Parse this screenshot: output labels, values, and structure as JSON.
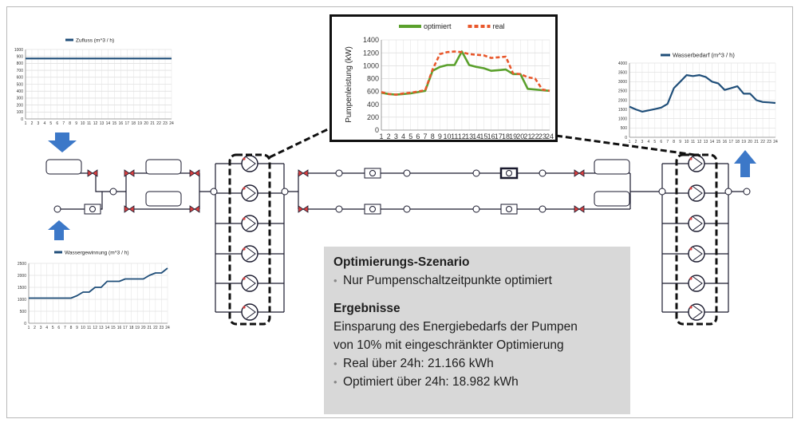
{
  "info_box": {
    "scenario_title": "Optimierungs-Szenario",
    "scenario_bullet": "Nur Pumpenschaltzeitpunkte optimiert",
    "results_title": "Ergebnisse",
    "results_line1": "Einsparung des Energiebedarfs der Pumpen",
    "results_line2": "von 10% mit eingeschränkter Optimierung",
    "bullet_real": "Real über 24h: 21.166 kWh",
    "bullet_opt": "Optimiert über 24h: 18.982 kWh"
  },
  "colors": {
    "series_blue": "#1f4e79",
    "optimiert": "#5aa02c",
    "real": "#e8572b",
    "arrow_blue": "#3c78c8",
    "info_bg": "#d8d8d8"
  },
  "icons": [
    "arrow-down-icon",
    "arrow-up-icon",
    "pump-icon",
    "valve-icon",
    "tank-icon",
    "junction-icon"
  ],
  "chart_data": [
    {
      "id": "zufluss",
      "type": "line",
      "legend": "Zufluss (m^3 / h)",
      "legend_position": "top",
      "x": [
        1,
        2,
        3,
        4,
        5,
        6,
        7,
        8,
        9,
        10,
        11,
        12,
        13,
        14,
        15,
        16,
        17,
        18,
        19,
        20,
        21,
        22,
        23,
        24
      ],
      "series": [
        {
          "name": "Zufluss (m^3 / h)",
          "values": [
            870,
            870,
            870,
            870,
            870,
            870,
            870,
            870,
            870,
            870,
            870,
            870,
            870,
            870,
            870,
            870,
            870,
            870,
            870,
            870,
            870,
            870,
            870,
            870
          ]
        }
      ],
      "ylim": [
        0,
        1000
      ],
      "yticks": [
        0,
        100,
        200,
        300,
        400,
        500,
        600,
        700,
        800,
        900,
        1000
      ],
      "grid": true
    },
    {
      "id": "pumpenleistung",
      "type": "line",
      "ylabel": "Pumpenleistung (kW)",
      "legend_position": "top",
      "x": [
        1,
        2,
        3,
        4,
        5,
        6,
        7,
        8,
        9,
        10,
        11,
        12,
        13,
        14,
        15,
        16,
        17,
        18,
        19,
        20,
        21,
        22,
        23,
        24
      ],
      "series": [
        {
          "name": "optimiert",
          "values": [
            580,
            560,
            550,
            560,
            570,
            590,
            610,
            920,
            980,
            1010,
            1010,
            1220,
            1010,
            980,
            960,
            920,
            930,
            940,
            870,
            870,
            640,
            630,
            620,
            610
          ]
        },
        {
          "name": "real",
          "values": [
            590,
            560,
            550,
            570,
            580,
            600,
            620,
            940,
            1180,
            1210,
            1220,
            1210,
            1180,
            1170,
            1160,
            1120,
            1130,
            1140,
            880,
            870,
            820,
            800,
            630,
            610
          ]
        }
      ],
      "ylim": [
        0,
        1400
      ],
      "yticks": [
        0,
        200,
        400,
        600,
        800,
        1000,
        1200,
        1400
      ],
      "grid": true
    },
    {
      "id": "wasserbedarf",
      "type": "line",
      "legend": "Wasserbedarf (m^3 / h)",
      "legend_position": "top",
      "x": [
        1,
        2,
        3,
        4,
        5,
        6,
        7,
        8,
        9,
        10,
        11,
        12,
        13,
        14,
        15,
        16,
        17,
        18,
        19,
        20,
        21,
        22,
        23,
        24
      ],
      "series": [
        {
          "name": "Wasserbedarf (m^3 / h)",
          "values": [
            1650,
            1500,
            1380,
            1450,
            1520,
            1600,
            1800,
            2650,
            3000,
            3350,
            3300,
            3350,
            3250,
            3000,
            2900,
            2550,
            2650,
            2750,
            2350,
            2350,
            2000,
            1900,
            1880,
            1850
          ]
        }
      ],
      "ylim": [
        0,
        4000
      ],
      "yticks": [
        0,
        500,
        1000,
        1500,
        2000,
        2500,
        3000,
        3500,
        4000
      ],
      "grid": true
    },
    {
      "id": "wassergewinnung",
      "type": "line",
      "legend": "Wassergewinnung (m^3 / h)",
      "legend_position": "top",
      "x": [
        1,
        2,
        3,
        4,
        5,
        6,
        7,
        8,
        9,
        10,
        11,
        12,
        13,
        14,
        15,
        16,
        17,
        18,
        19,
        20,
        21,
        22,
        23,
        24
      ],
      "series": [
        {
          "name": "Wassergewinnung (m^3 / h)",
          "values": [
            1050,
            1050,
            1050,
            1050,
            1050,
            1050,
            1050,
            1050,
            1150,
            1300,
            1300,
            1500,
            1500,
            1750,
            1750,
            1750,
            1850,
            1850,
            1850,
            1850,
            2000,
            2100,
            2100,
            2300
          ]
        }
      ],
      "ylim": [
        0,
        2500
      ],
      "yticks": [
        0,
        500,
        1000,
        1500,
        2000,
        2500
      ],
      "grid": true
    }
  ]
}
